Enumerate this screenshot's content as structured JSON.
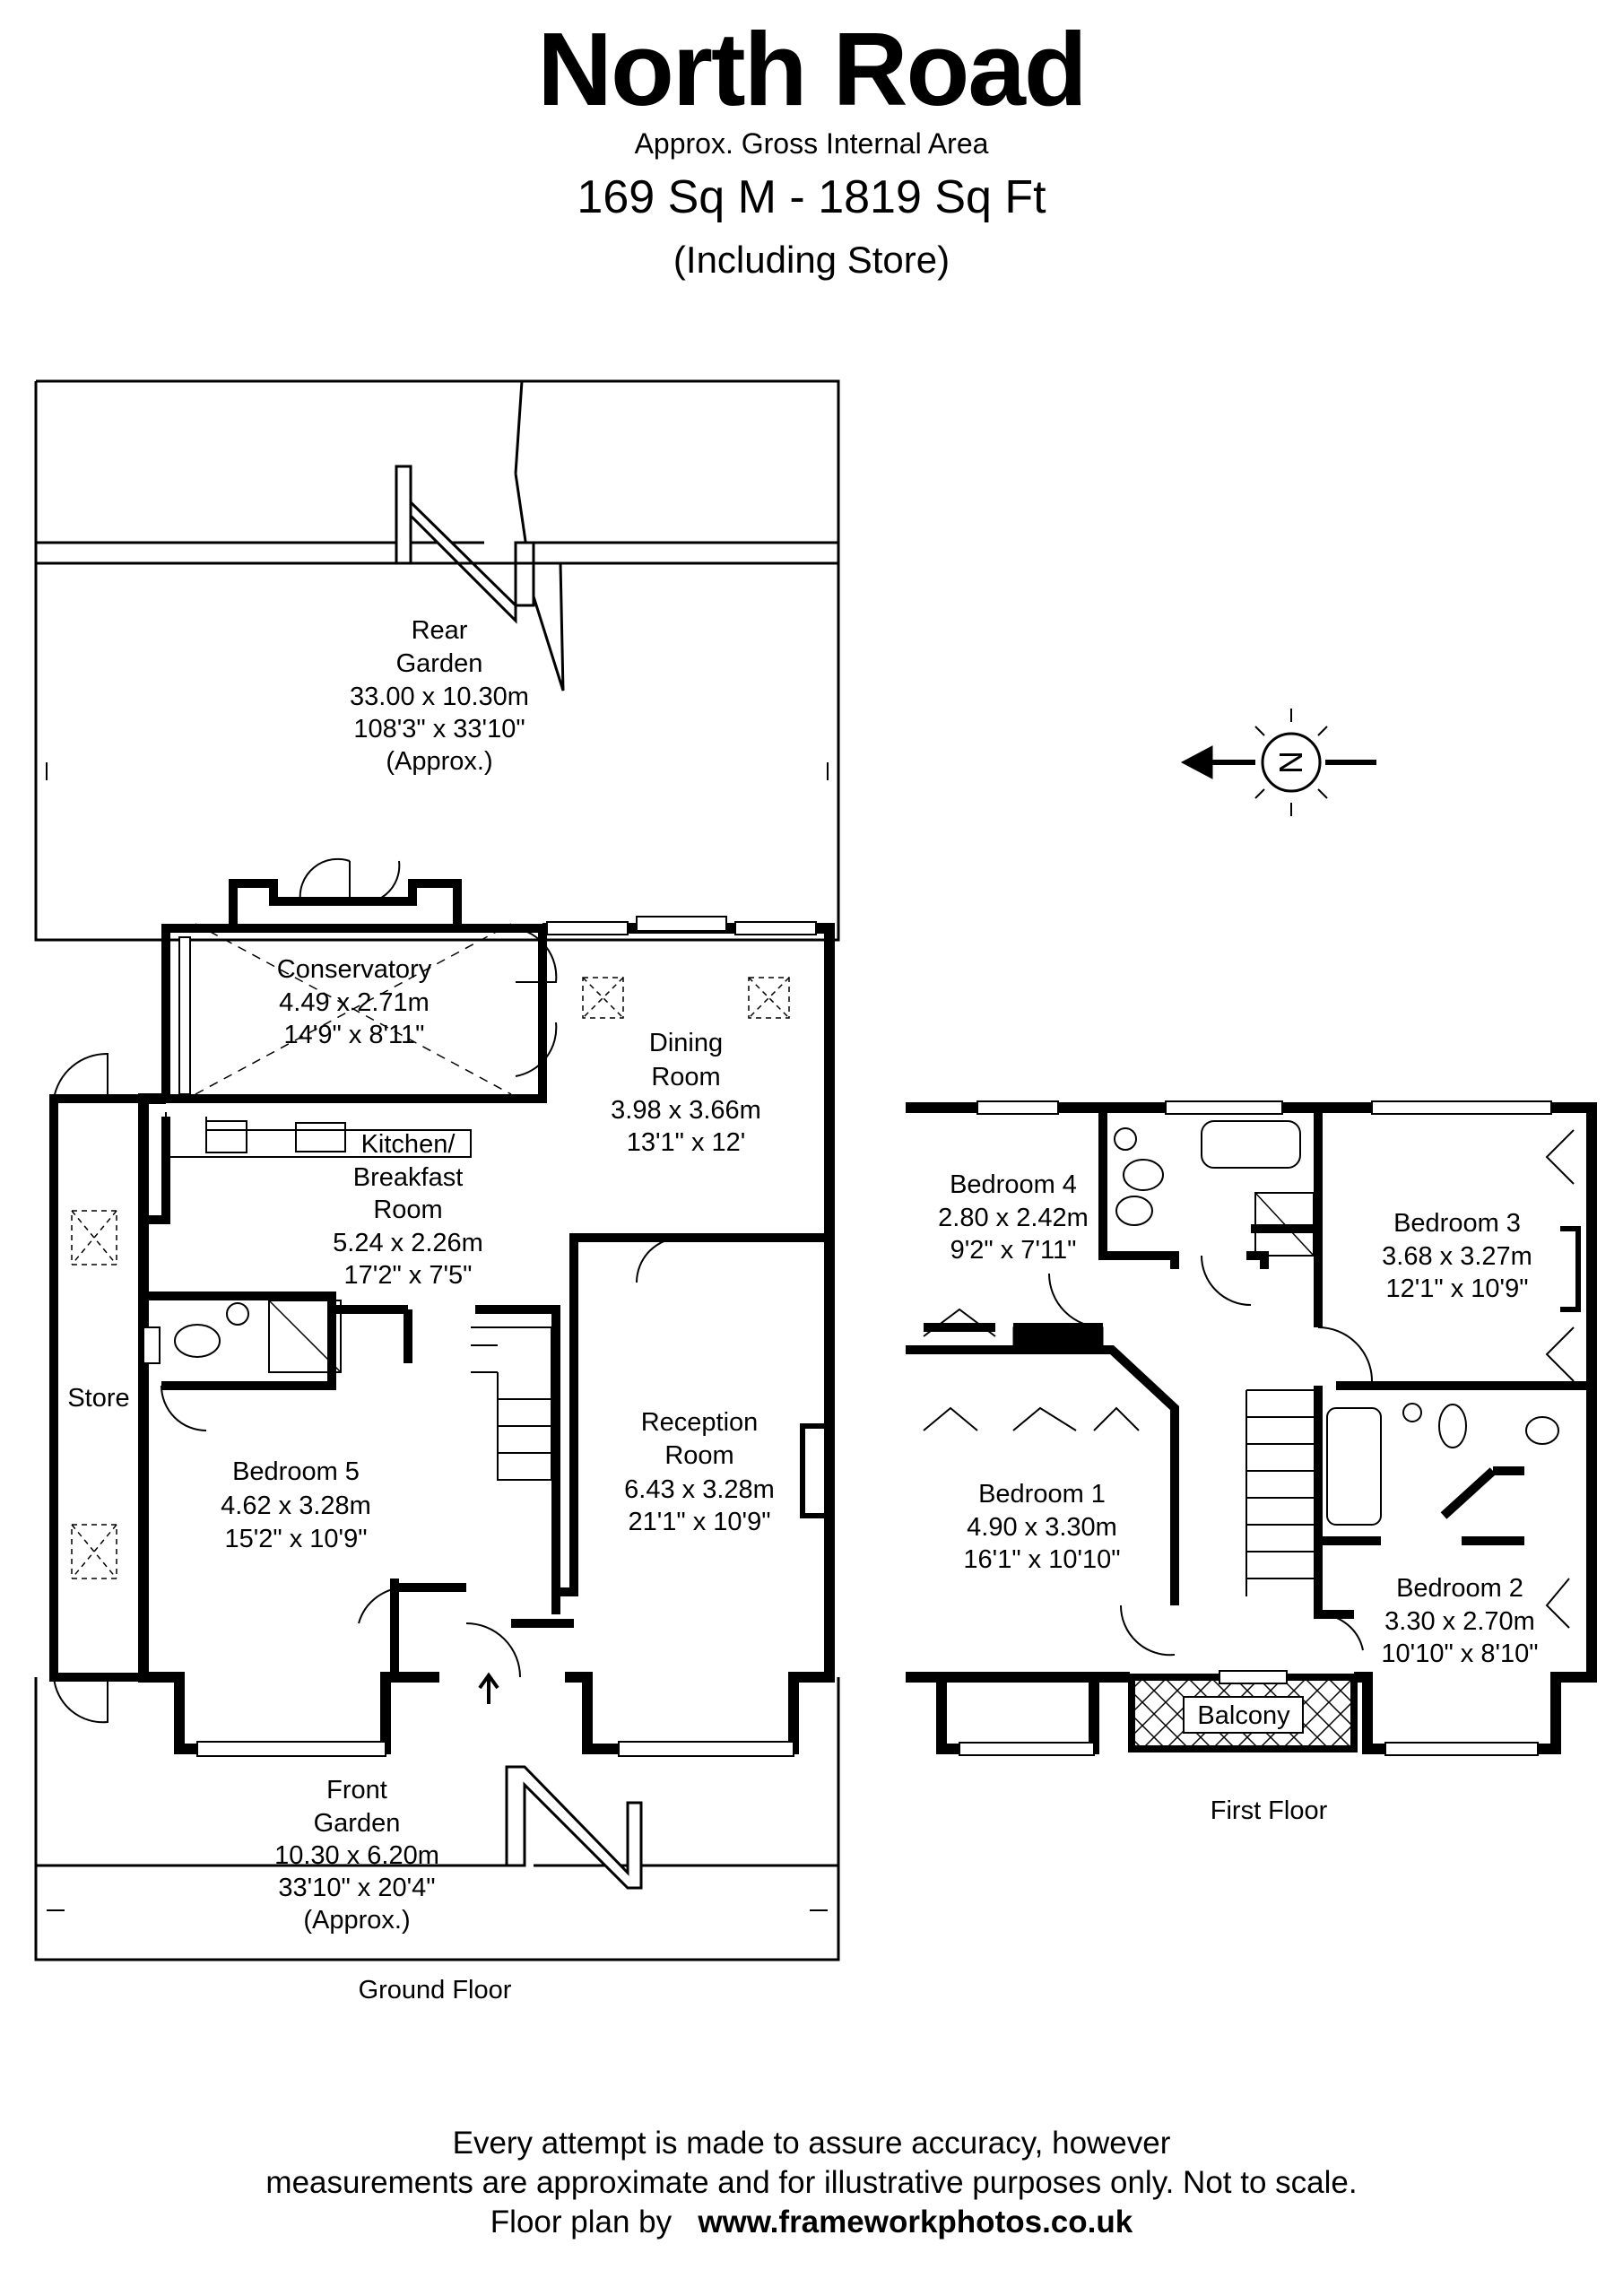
{
  "header": {
    "title": "North Road",
    "subtitle": "Approx. Gross Internal Area",
    "area": "169 Sq M  -  1819 Sq Ft",
    "note": "(Including Store)"
  },
  "compass": {
    "letter": "N"
  },
  "ground_floor": {
    "label": "Ground Floor",
    "rooms": {
      "rear_garden": [
        "Rear",
        "Garden",
        "33.00 x 10.30m",
        "108'3\" x 33'10\"",
        "(Approx.)"
      ],
      "conservatory": [
        "Conservatory",
        "4.49 x 2.71m",
        "14'9\" x 8'11\""
      ],
      "dining_room": [
        "Dining",
        "Room",
        "3.98 x 3.66m",
        "13'1\" x 12'"
      ],
      "kitchen": [
        "Kitchen/",
        "Breakfast",
        "Room",
        "5.24 x 2.26m",
        "17'2\" x 7'5\""
      ],
      "store": [
        "Store"
      ],
      "bedroom_5": [
        "Bedroom 5",
        "4.62 x 3.28m",
        "15'2\" x 10'9\""
      ],
      "reception_room": [
        "Reception",
        "Room",
        "6.43 x 3.28m",
        "21'1\" x 10'9\""
      ],
      "front_garden": [
        "Front",
        "Garden",
        "10.30 x 6.20m",
        "33'10\" x 20'4\"",
        "(Approx.)"
      ]
    }
  },
  "first_floor": {
    "label": "First Floor",
    "rooms": {
      "bedroom_4": [
        "Bedroom 4",
        "2.80 x 2.42m",
        "9'2\" x 7'11\""
      ],
      "bedroom_3": [
        "Bedroom 3",
        "3.68 x 3.27m",
        "12'1\" x 10'9\""
      ],
      "bedroom_1": [
        "Bedroom 1",
        "4.90 x 3.30m",
        "16'1\" x 10'10\""
      ],
      "bedroom_2": [
        "Bedroom 2",
        "3.30 x 2.70m",
        "10'10\" x 8'10\""
      ],
      "balcony": [
        "Balcony"
      ]
    }
  },
  "disclaimer": {
    "line1": "Every attempt is made to assure accuracy, however",
    "line2": "measurements are approximate and for illustrative purposes only. Not to scale.",
    "line3_prefix": "Floor plan by",
    "line3_url": "www.frameworkphotos.co.uk"
  }
}
